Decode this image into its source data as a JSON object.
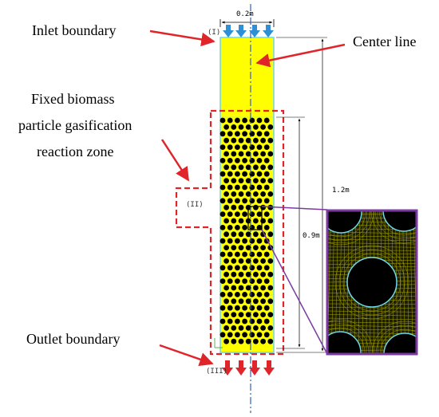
{
  "labels": {
    "inlet": "Inlet boundary",
    "center": "Center line",
    "fixed_line1": "Fixed biomass",
    "fixed_line2": "particle gasification",
    "fixed_line3": "reaction zone",
    "outlet": "Outlet boundary"
  },
  "zones": {
    "inlet": "(I)",
    "reaction": "(II)",
    "outlet": "(III)"
  },
  "dimensions": {
    "width": "0.2m",
    "total_height": "1.2m",
    "bed_height": "0.9m"
  },
  "colors": {
    "domain_fill": "#ffff00",
    "domain_edge": "#6fd6e8",
    "particle": "#000000",
    "inlet_arrow": "#2e8fd6",
    "outlet_arrow": "#e0252a",
    "pointer_arrow": "#e0252a",
    "zone_dash": "#e0252a",
    "center_line": "#3060c0",
    "zoom_frame": "#7b3aa0",
    "mesh_line": "#a6a600"
  }
}
